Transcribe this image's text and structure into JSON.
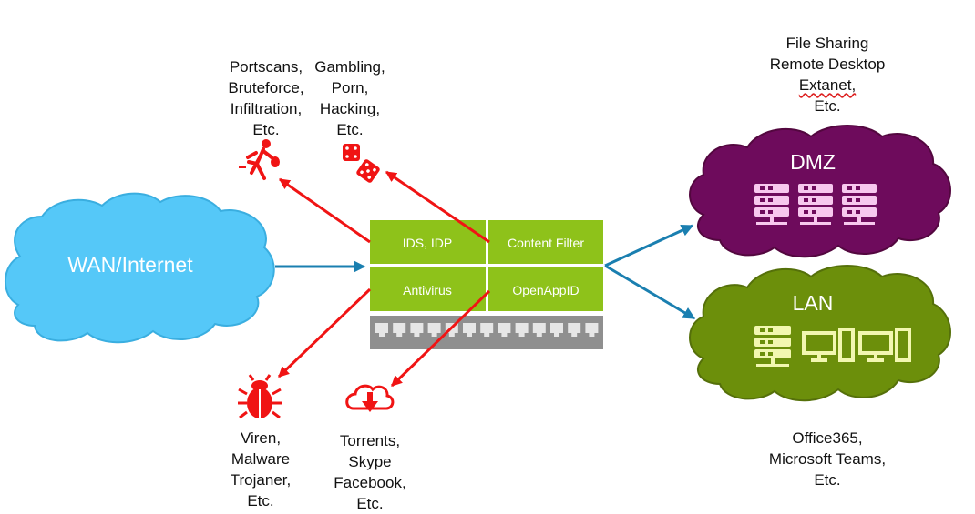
{
  "clouds": {
    "wan": "WAN/Internet",
    "dmz": "DMZ",
    "lan": "LAN"
  },
  "firewall": {
    "modules": {
      "ids": "IDS, IDP",
      "content_filter": "Content Filter",
      "antivirus": "Antivirus",
      "openappid": "OpenAppID"
    }
  },
  "labels": {
    "attacks": [
      "Portscans,",
      "Bruteforce,",
      "Infiltration,",
      "Etc."
    ],
    "gambling": [
      "Gambling,",
      "Porn,",
      "Hacking,",
      "Etc."
    ],
    "malware": [
      "Viren,",
      "Malware",
      "Trojaner,",
      "Etc."
    ],
    "apps": [
      "Torrents,",
      "Skype",
      "Facebook,",
      "Etc."
    ],
    "dmz_services": [
      "File Sharing",
      "Remote Desktop",
      "Extanet,",
      "Etc."
    ],
    "lan_services": [
      "Office365,",
      "Microsoft Teams,",
      "Etc."
    ]
  },
  "icons": {
    "attacker": "running-thief-icon",
    "dice": "dice-icon",
    "bug": "bug-icon",
    "download": "cloud-download-icon",
    "server": "server-icon",
    "workstation": "workstation-icon"
  },
  "colors": {
    "wan_cloud": "#55c8f8",
    "dmz_cloud": "#6e0b5c",
    "lan_cloud": "#6c8f0b",
    "module_green": "#8ec21a",
    "threat_arrow": "#f01414",
    "link_arrow": "#1a7fb0",
    "switch_gray": "#8f8f8f"
  }
}
